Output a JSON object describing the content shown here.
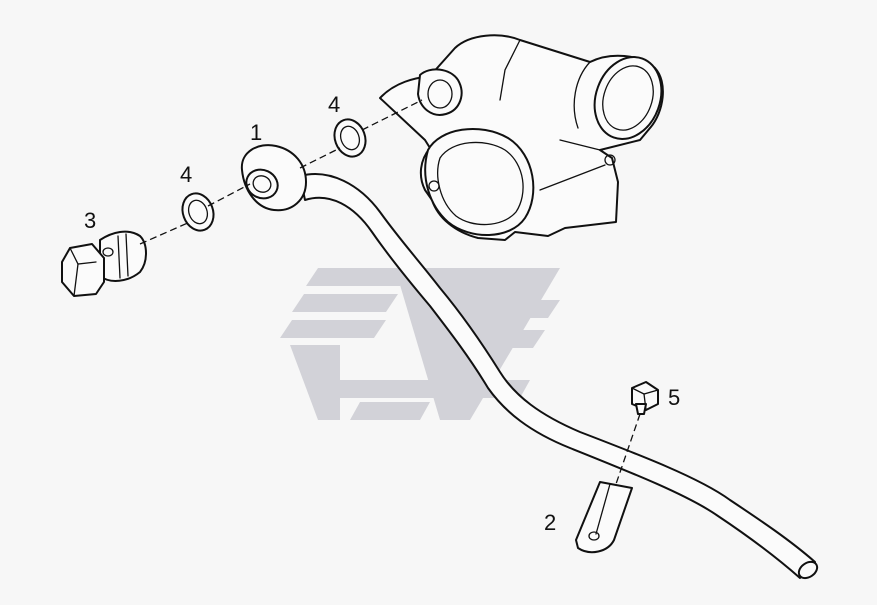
{
  "diagram": {
    "colors": {
      "background": "#f7f7f7",
      "line": "#111111",
      "watermark": "#cfcfd5"
    },
    "callouts": [
      {
        "id": "1",
        "label": "1"
      },
      {
        "id": "2",
        "label": "2"
      },
      {
        "id": "3",
        "label": "3"
      },
      {
        "id": "4a",
        "label": "4"
      },
      {
        "id": "4b",
        "label": "4"
      },
      {
        "id": "5",
        "label": "5"
      }
    ]
  }
}
